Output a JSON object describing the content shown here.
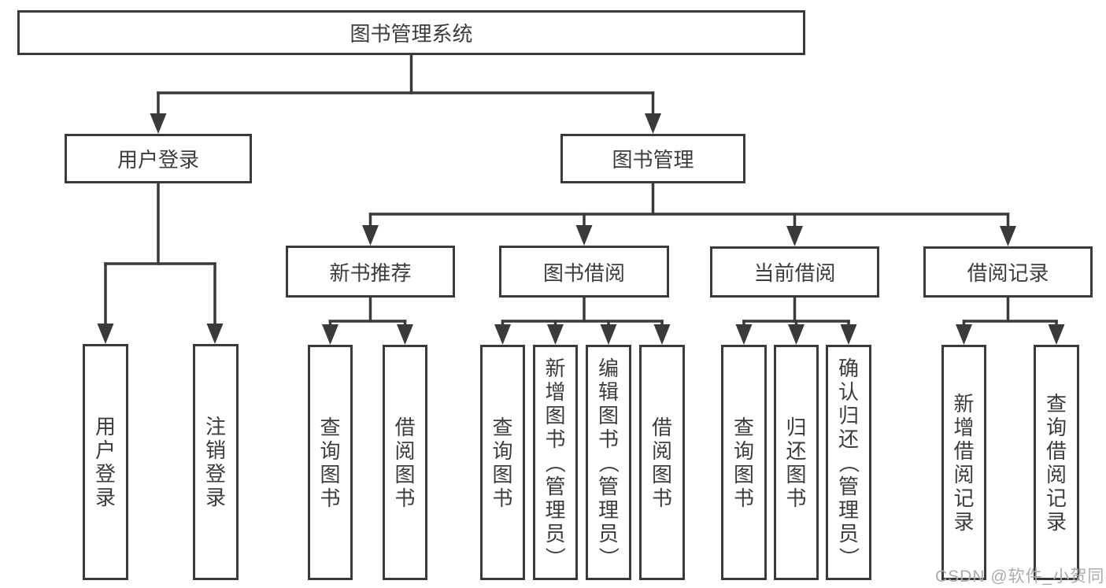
{
  "colors": {
    "line": "#3a3a3a",
    "text": "#3c3c3c",
    "box_background": "#ffffff",
    "watermark": "#ababab",
    "background": "#ffffff"
  },
  "watermark": {
    "text": "CSDN @软件_小贺同学"
  },
  "tree": {
    "root": {
      "label": "图书管理系统"
    },
    "children": [
      {
        "label": "用户登录",
        "children": [
          {
            "label": "用户登录"
          },
          {
            "label": "注销登录"
          }
        ]
      },
      {
        "label": "图书管理",
        "children": [
          {
            "label": "新书推荐",
            "children": [
              {
                "label": "查询图书"
              },
              {
                "label": "借阅图书"
              }
            ]
          },
          {
            "label": "图书借阅",
            "children": [
              {
                "label": "查询图书"
              },
              {
                "label": "新增图书（管理员）"
              },
              {
                "label": "编辑图书（管理员）"
              },
              {
                "label": "借阅图书"
              }
            ]
          },
          {
            "label": "当前借阅",
            "children": [
              {
                "label": "查询图书"
              },
              {
                "label": "归还图书"
              },
              {
                "label": "确认归还（管理员）"
              }
            ]
          },
          {
            "label": "借阅记录",
            "children": [
              {
                "label": "新增借阅记录"
              },
              {
                "label": "查询借阅记录"
              }
            ]
          }
        ]
      }
    ]
  }
}
